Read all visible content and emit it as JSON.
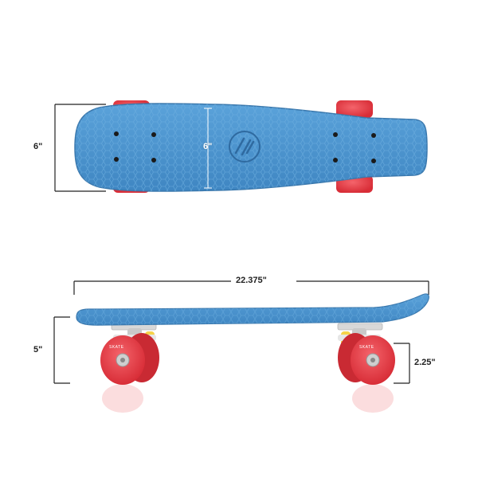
{
  "product": {
    "brand_mark": "skateboard-logo-icon",
    "deck_color": "#4e95cf",
    "deck_edge_color": "#3a78ad",
    "wheel_color": "#e8414a",
    "truck_color": "#d8d8d8"
  },
  "dimensions": {
    "top_view_width": "6\"",
    "top_view_deck_width": "6\"",
    "length": "22.375\"",
    "height": "5\"",
    "wheel_height": "2.25\""
  },
  "wheel_print": "SKATE"
}
